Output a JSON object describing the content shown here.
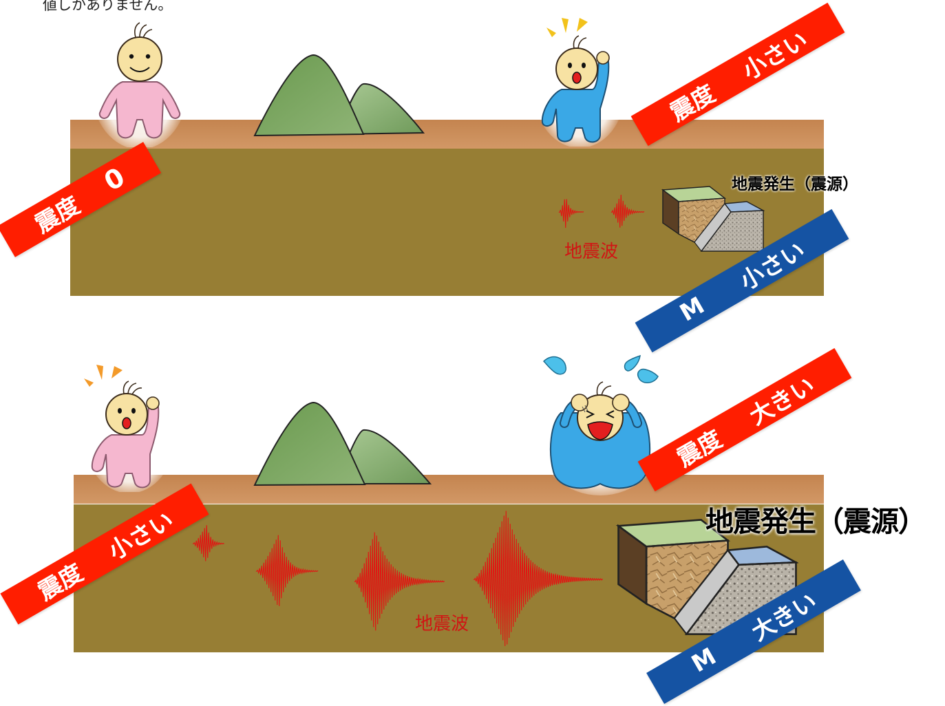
{
  "top_note": "値しかありません。",
  "top_scene": {
    "intensity_left": {
      "label": "震度",
      "value": "0"
    },
    "intensity_right": {
      "label": "震度",
      "value": "小さい"
    },
    "epicenter_label": "地震発生（震源）",
    "wave_label": "地震波",
    "magnitude": {
      "label": "M",
      "value": "小さい"
    }
  },
  "bottom_scene": {
    "intensity_left": {
      "label": "震度",
      "value": "小さい"
    },
    "intensity_right": {
      "label": "震度",
      "value": "大きい"
    },
    "epicenter_label": "地震発生（震源）",
    "wave_label": "地震波",
    "magnitude": {
      "label": "M",
      "value": "大きい"
    }
  },
  "colors": {
    "intensity_ribbon": "#ff1e00",
    "magnitude_ribbon": "#1553a3",
    "wave": "#e31212",
    "surface": "#c98a55",
    "underground": "#977e34",
    "hill": "#6f9e55"
  }
}
